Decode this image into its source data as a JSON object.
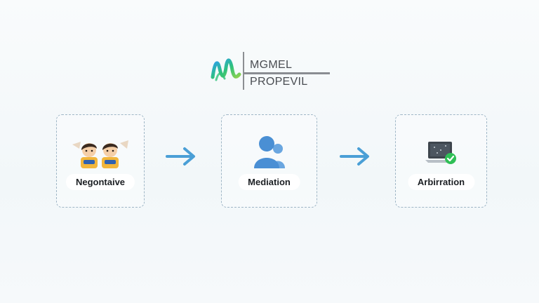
{
  "logo": {
    "line_top": "MGMEL",
    "line_bottom": "PROPEVIL",
    "mark_colors": [
      "#2a9df4",
      "#2fc27a",
      "#8fd14f"
    ]
  },
  "steps": [
    {
      "label": "Negontaive",
      "icon": "two-people-talking-icon"
    },
    {
      "label": "Mediation",
      "icon": "person-group-icon"
    },
    {
      "label": "Arbirration",
      "icon": "laptop-checkmark-icon"
    }
  ],
  "colors": {
    "arrow": "#4a9fd6",
    "person": "#4a8fd4",
    "check": "#2fbf56",
    "card_border": "#9fb6c6"
  }
}
